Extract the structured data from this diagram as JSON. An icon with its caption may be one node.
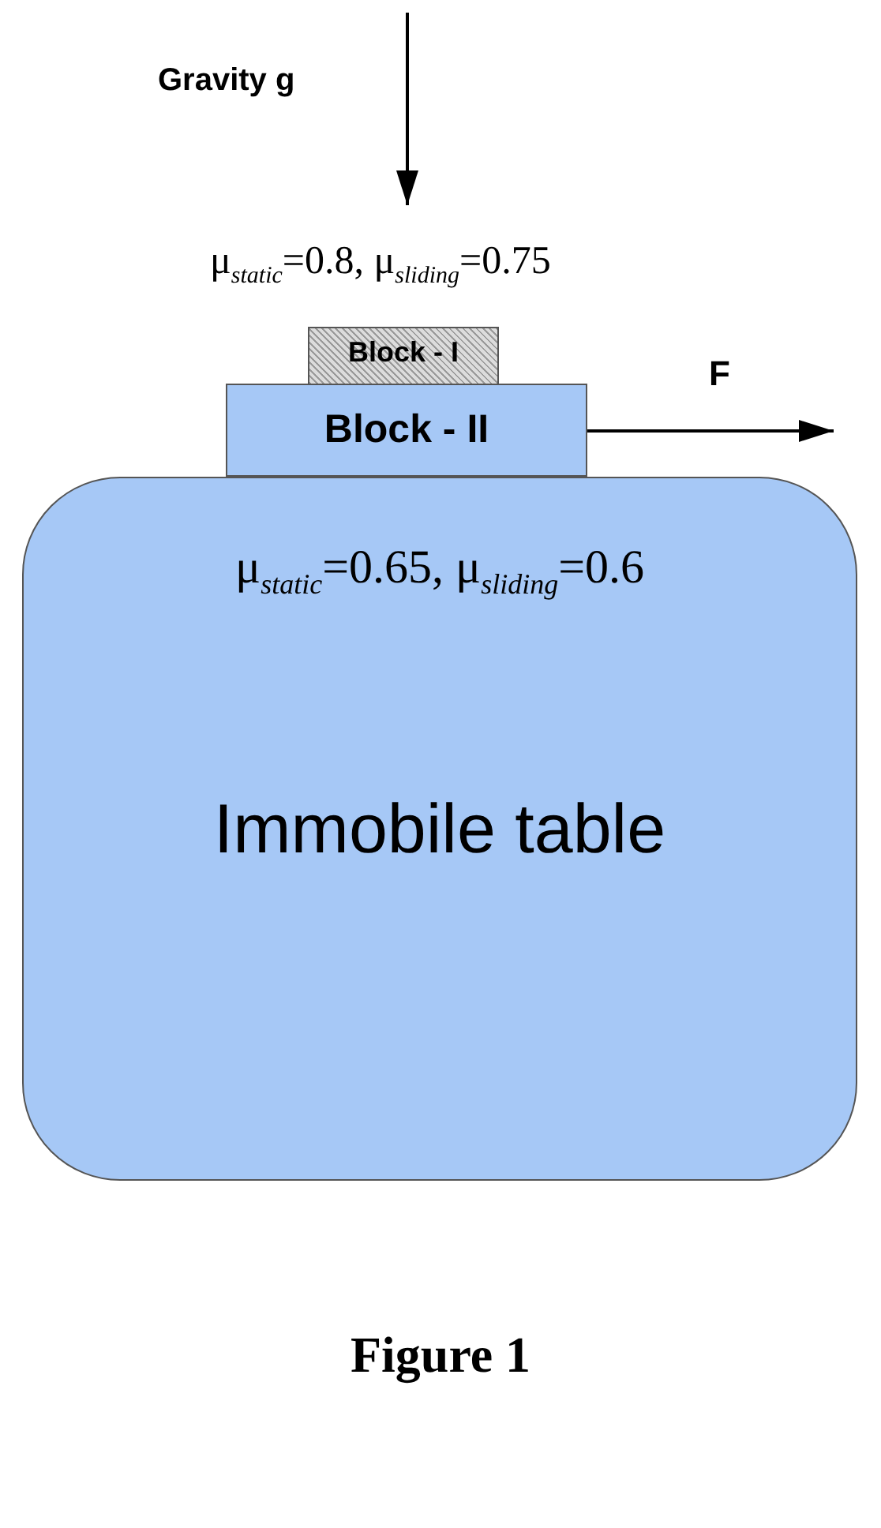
{
  "diagram": {
    "caption": "Figure 1",
    "nodes": [
      {
        "text": [
          "Block - I"
        ]
      },
      {
        "text": [
          "Block - II"
        ]
      },
      {
        "text": [
          "μ$_{static}$=0.65, μ$_{sliding}$=0.6",
          "Immobile table"
        ]
      }
    ],
    "labels": [
      "Gravity g",
      "μ$_{static}$=0.8, μ$_{sliding}$=0.75",
      "F"
    ]
  }
}
